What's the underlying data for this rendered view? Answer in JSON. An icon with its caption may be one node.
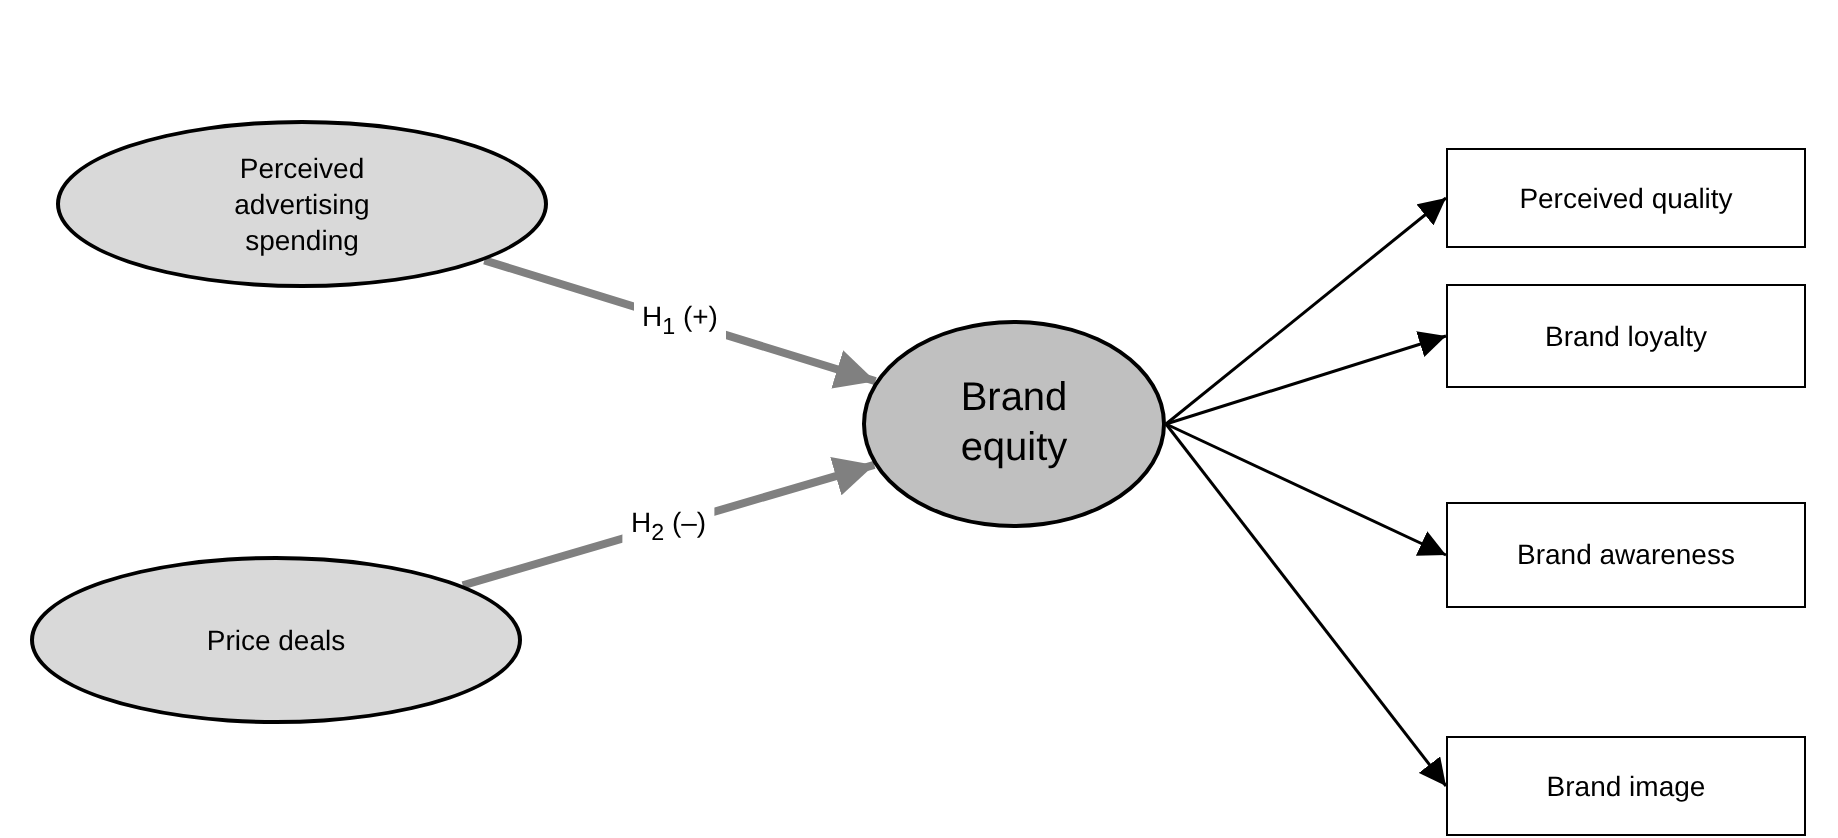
{
  "diagram": {
    "nodes": [
      {
        "text": [
          "Perceived advertising spending"
        ]
      },
      {
        "text": [
          "Price deals"
        ]
      },
      {
        "text": [
          "Brand equity"
        ]
      },
      {
        "text": [
          "Perceived quality"
        ]
      },
      {
        "text": [
          "Brand loyalty"
        ]
      },
      {
        "text": [
          "Brand awareness"
        ]
      },
      {
        "text": [
          "Brand image"
        ]
      }
    ],
    "edges": [
      {
        "from": 0,
        "to": 2,
        "arrow": "to",
        "label": "H$_{1}$ (+)",
        "style": "thick",
        "color": "#808080"
      },
      {
        "from": 1,
        "to": 2,
        "arrow": "to",
        "label": "H$_{2}$ (–)",
        "style": "thick",
        "color": "#808080"
      },
      {
        "from": 2,
        "to": 3,
        "arrow": "to"
      },
      {
        "from": 2,
        "to": 4,
        "arrow": "to"
      },
      {
        "from": 2,
        "to": 5,
        "arrow": "to"
      },
      {
        "from": 2,
        "to": 6,
        "arrow": "to"
      }
    ]
  }
}
